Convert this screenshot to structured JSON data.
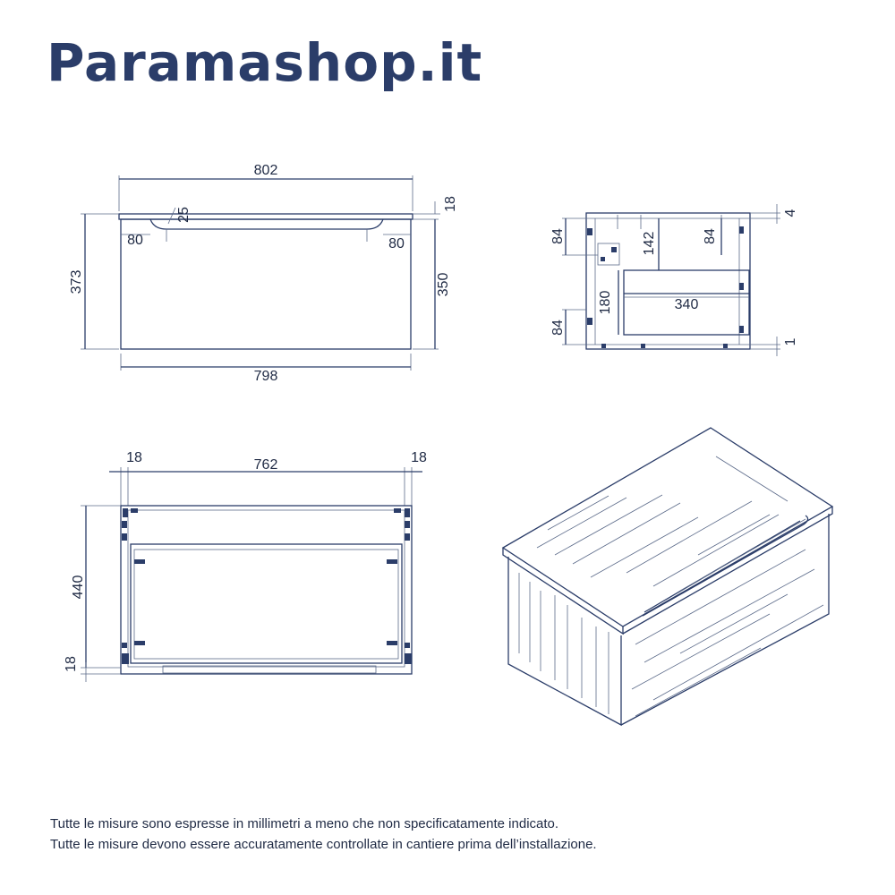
{
  "brand": {
    "name": "Paramashop.it"
  },
  "front_view": {
    "width_top": "802",
    "handle_depth": "25",
    "handle_offset_left": "80",
    "handle_offset_right": "80",
    "top_thickness": "18",
    "total_height": "373",
    "body_height": "350",
    "width_bottom": "798"
  },
  "side_view": {
    "hinge_top": "84",
    "drawer_offset": "142",
    "hinge_right": "84",
    "top_gap": "4",
    "drawer_height": "180",
    "drawer_depth": "340",
    "hinge_bottom": "84",
    "bottom_gap": "1"
  },
  "top_view": {
    "side_left": "18",
    "inner_width": "762",
    "side_right": "18",
    "depth": "440",
    "back_thickness": "18"
  },
  "notes": {
    "line1": "Tutte le misure sono espresse in millimetri a meno che non specificatamente indicato.",
    "line2": "Tutte le misure devono essere accuratamente controllate in cantiere prima dell’installazione."
  },
  "colors": {
    "ink": "#2b3d69",
    "text": "#1f2a44"
  }
}
